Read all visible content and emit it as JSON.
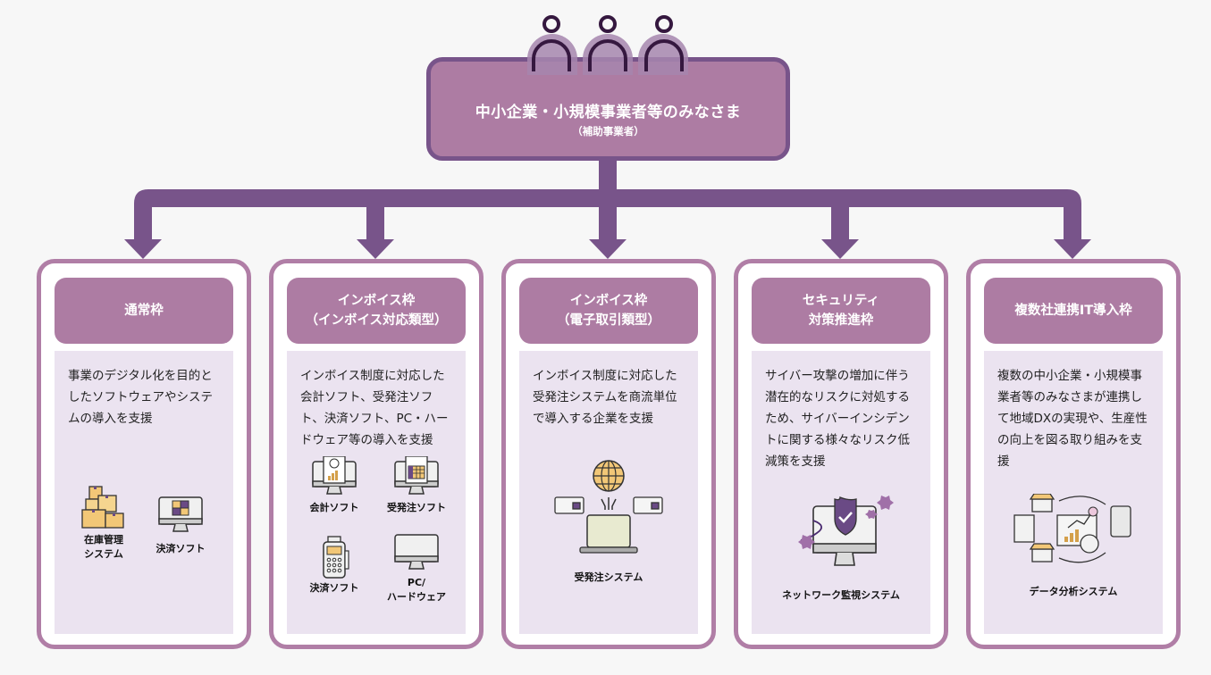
{
  "top": {
    "title": "中小企業・小規模事業者等のみなさま",
    "subtitle": "（補助事業者）"
  },
  "colors": {
    "connector": "#78548a",
    "header_fill": "#ad7ca3",
    "card_border": "#b07ea6",
    "card_body": "#ebe3f0",
    "background": "#f7f7f7",
    "icon_yellow": "#f2c777",
    "icon_purple": "#6a4a85"
  },
  "cards": [
    {
      "title": "通常枠",
      "description": "事業のデジタル化を目的としたソフトウェアやシステムの導入を支援",
      "icons": [
        {
          "icon": "boxes-inventory-icon",
          "label": "在庫管理\nシステム"
        },
        {
          "icon": "calculator-monitor-icon",
          "label": "決済ソフト"
        }
      ]
    },
    {
      "title": "インボイス枠\n（インボイス対応類型）",
      "description": "インボイス制度に対応した会計ソフト、受発注ソフト、決済ソフト、PC・ハードウェア等の導入を支援",
      "icons": [
        {
          "icon": "accounting-monitor-icon",
          "label": "会計ソフト"
        },
        {
          "icon": "order-monitor-icon",
          "label": "受発注ソフト"
        },
        {
          "icon": "payment-terminal-icon",
          "label": "決済ソフト"
        },
        {
          "icon": "pc-monitor-icon",
          "label": "PC/\nハードウェア"
        }
      ]
    },
    {
      "title": "インボイス枠\n（電子取引類型）",
      "description": "インボイス制度に対応した受発注システムを商流単位で導入する企業を支援",
      "icons": [
        {
          "icon": "globe-laptop-icon",
          "label": "受発注システム"
        }
      ]
    },
    {
      "title": "セキュリティ\n対策推進枠",
      "description": "サイバー攻撃の増加に伴う潜在的なリスクに対処するため、サイバーインシデントに関する様々なリスク低減策を支援",
      "icons": [
        {
          "icon": "shield-monitor-icon",
          "label": "ネットワーク監視システム"
        }
      ]
    },
    {
      "title": "複数社連携IT導入枠",
      "description": "複数の中小企業・小規模事業者等のみなさまが連携して地域DXの実現や、生産性の向上を図る取り組みを支援",
      "icons": [
        {
          "icon": "data-analysis-icon",
          "label": "データ分析システム"
        }
      ]
    }
  ]
}
